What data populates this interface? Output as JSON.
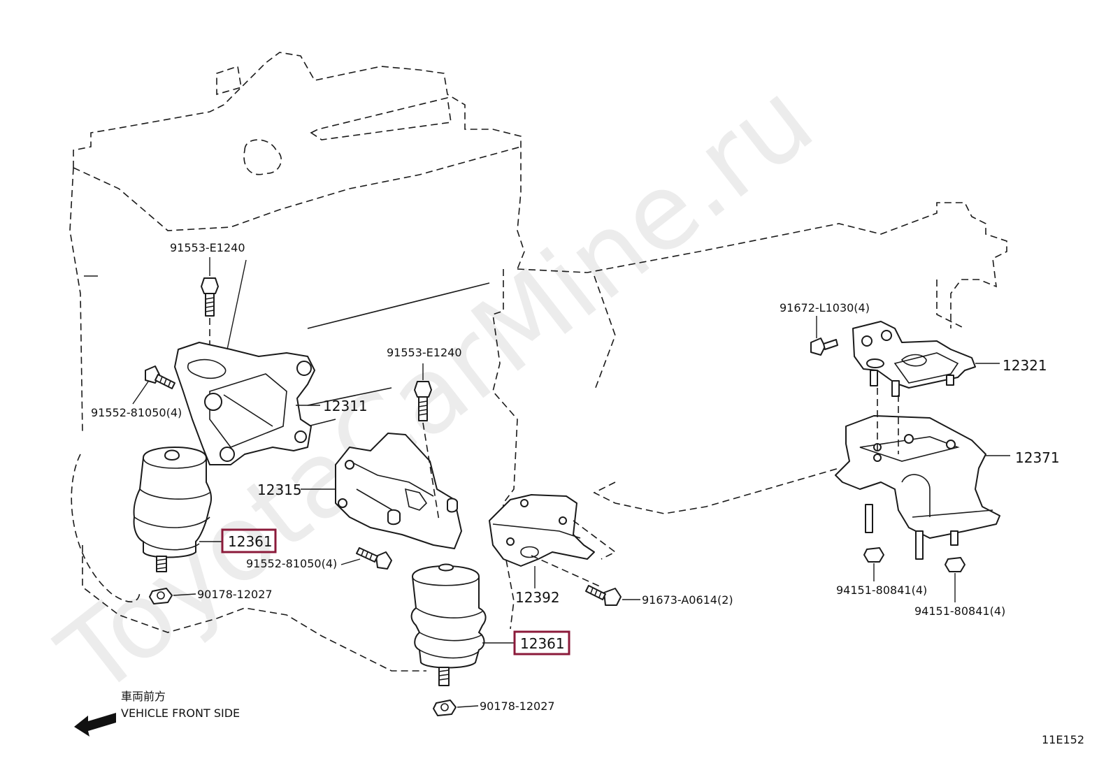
{
  "watermark": "ToyotaCarMine.ru",
  "diagram_code": "11E152",
  "direction": {
    "japanese": "車両前方",
    "english": "VEHICLE FRONT SIDE"
  },
  "labels": {
    "bolt_top_left": "91553-E1240",
    "bolt_mid": "91553-E1240",
    "bolt_left_bracket": "91552-81050(4)",
    "bolt_lower_bracket": "91552-81050(4)",
    "bracket_12311": "12311",
    "bracket_12315": "12315",
    "insulator_left": "12361",
    "insulator_center": "12361",
    "nut_left": "90178-12027",
    "nut_center": "90178-12027",
    "stay_12392": "12392",
    "bolt_12392": "91673-A0614(2)",
    "bolt_rear": "91672-L1030(4)",
    "rear_mount_12321": "12321",
    "rear_member_12371": "12371",
    "nut_rear_a": "94151-80841(4)",
    "nut_rear_b": "94151-80841(4)"
  },
  "colors": {
    "highlight": "#8b1a3a",
    "watermark": "#ececec"
  }
}
